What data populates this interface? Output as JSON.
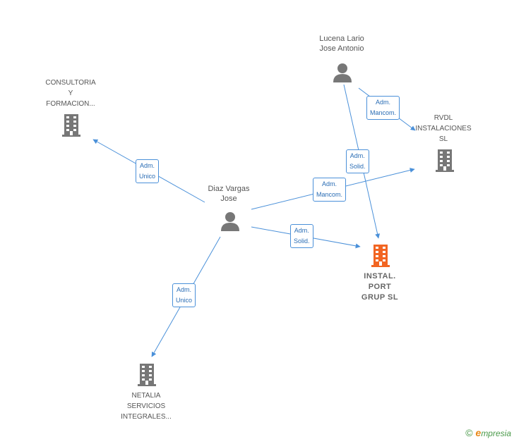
{
  "nodes": {
    "lucena": {
      "lines": [
        "Lucena Lario",
        "Jose Antonio"
      ],
      "icon": "person-icon"
    },
    "diaz": {
      "lines": [
        "Diaz Vargas",
        "Jose"
      ],
      "icon": "person-icon"
    },
    "consultoria": {
      "lines": [
        "CONSULTORIA",
        "Y",
        "FORMACION..."
      ],
      "icon": "building-icon"
    },
    "rvdl": {
      "lines": [
        "RVDL",
        "INSTALACIONES",
        "SL"
      ],
      "icon": "building-icon"
    },
    "instal": {
      "lines": [
        "INSTAL.",
        "PORT",
        "GRUP  SL"
      ],
      "icon": "building-icon",
      "color": "#f26522"
    },
    "netalia": {
      "lines": [
        "NETALIA",
        "SERVICIOS",
        "INTEGRALES..."
      ],
      "icon": "building-icon"
    }
  },
  "edges": [
    {
      "from": "lucena",
      "to": "rvdl",
      "label": [
        "Adm.",
        "Mancom."
      ]
    },
    {
      "from": "lucena",
      "to": "instal",
      "label": [
        "Adm.",
        "Solid."
      ]
    },
    {
      "from": "diaz",
      "to": "consultoria",
      "label": [
        "Adm.",
        "Unico"
      ]
    },
    {
      "from": "diaz",
      "to": "rvdl",
      "label": [
        "Adm.",
        "Mancom."
      ]
    },
    {
      "from": "diaz",
      "to": "instal",
      "label": [
        "Adm.",
        "Solid."
      ]
    },
    {
      "from": "diaz",
      "to": "netalia",
      "label": [
        "Adm.",
        "Unico"
      ]
    }
  ],
  "colors": {
    "edge": "#4a90d9",
    "node": "#777777",
    "highlight": "#f26522"
  },
  "brand": {
    "copyright": "©",
    "initial": "e",
    "name": "mpresia"
  }
}
